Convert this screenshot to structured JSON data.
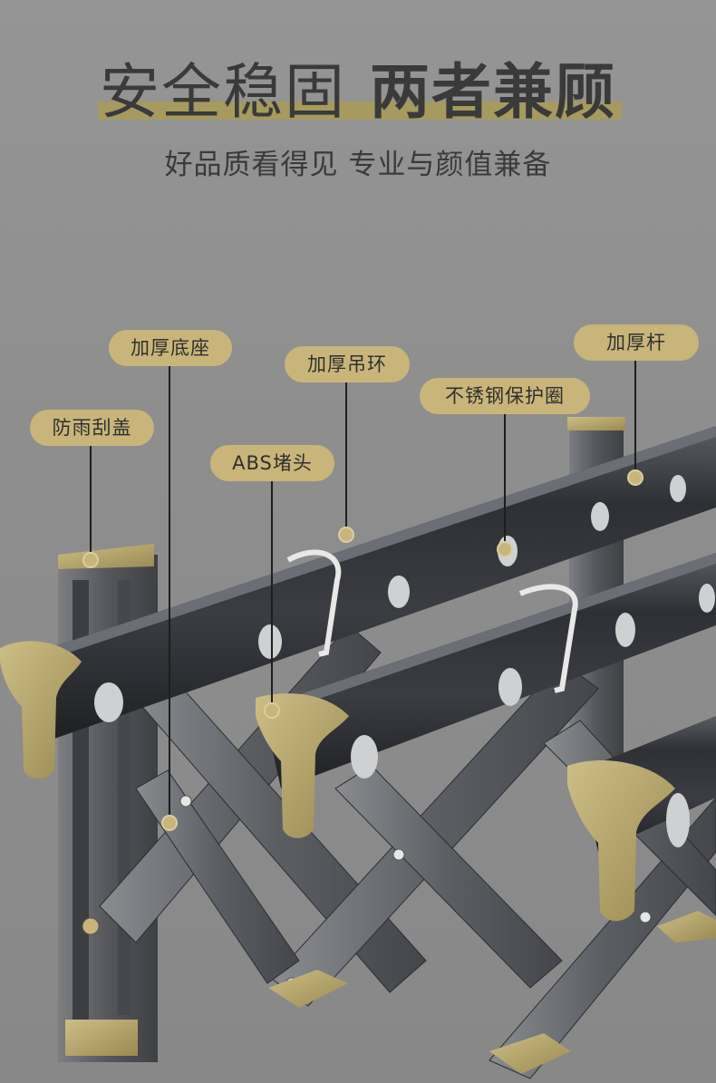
{
  "header": {
    "title_light": "安全稳固",
    "title_bold": "两者兼顾",
    "subtitle": "好品质看得见 专业与颜值兼备"
  },
  "labels": [
    {
      "key": "base",
      "text": "加厚底座"
    },
    {
      "key": "hook",
      "text": "加厚吊环"
    },
    {
      "key": "rod",
      "text": "加厚杆"
    },
    {
      "key": "ring",
      "text": "不锈钢保护圈"
    },
    {
      "key": "cover",
      "text": "防雨刮盖"
    },
    {
      "key": "cap",
      "text": "ABS堵头"
    }
  ],
  "colors": {
    "background": "#8f8f8f",
    "accent_gold": "#c9b57a",
    "rod_dark": "#3a3c40",
    "text_dark": "#3a3a3a"
  }
}
